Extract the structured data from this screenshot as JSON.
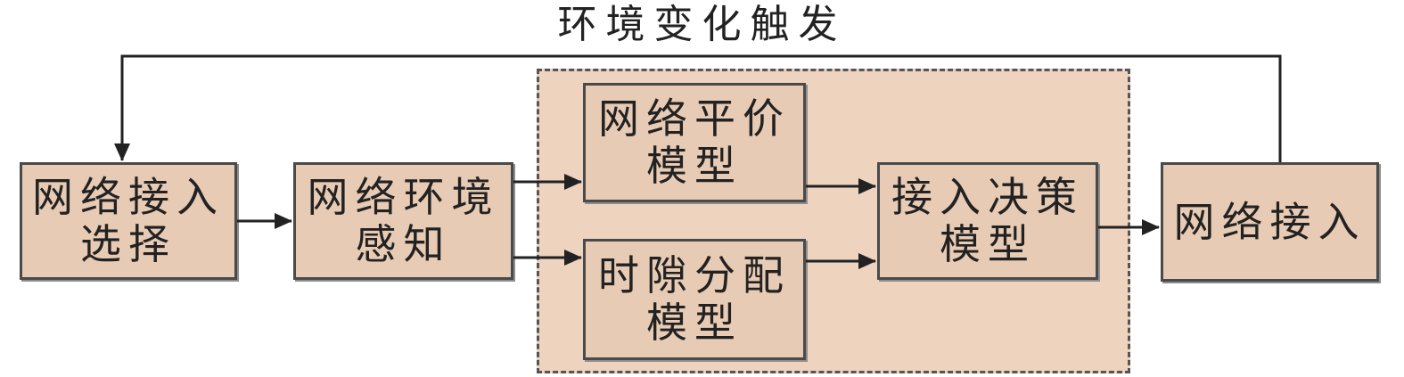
{
  "title": "环境变化触发",
  "nodes": {
    "select": {
      "line1": "网络接入",
      "line2": "选择"
    },
    "perceive": {
      "line1": "网络环境",
      "line2": "感知"
    },
    "evaluate": {
      "line1": "网络平价",
      "line2": "模型"
    },
    "slot": {
      "line1": "时隙分配",
      "line2": "模型"
    },
    "decision": {
      "line1": "接入决策",
      "line2": "模型"
    },
    "access": {
      "line1": "网络接入"
    }
  },
  "colors": {
    "box_fill": "#e8cbb4",
    "group_fill": "#eed3bf",
    "stroke": "#222222"
  }
}
